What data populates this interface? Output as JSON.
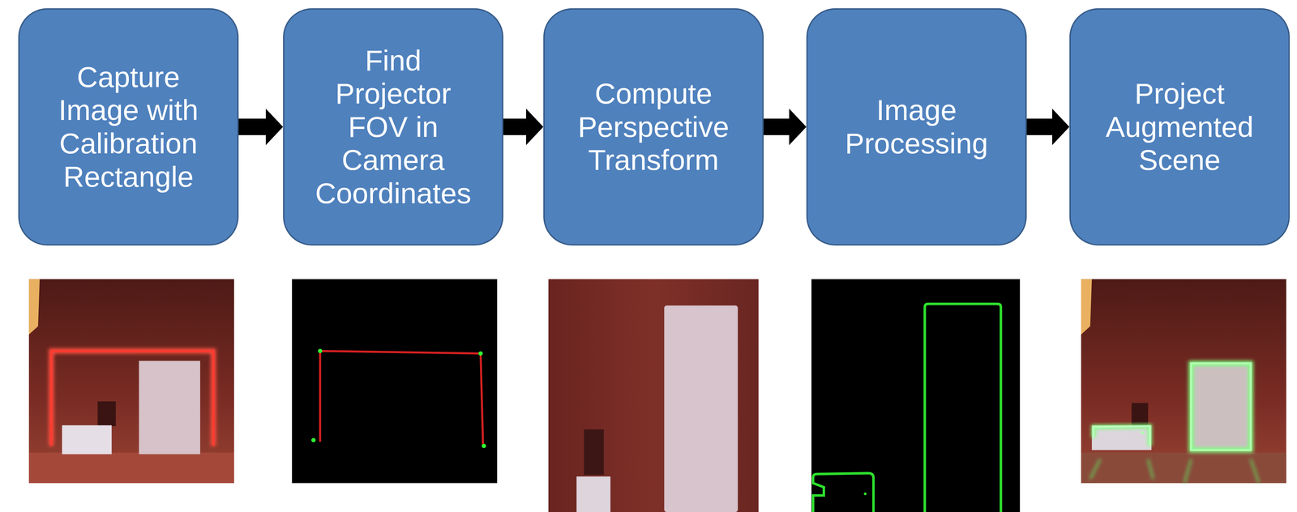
{
  "diagram": {
    "nodes": [
      {
        "text": [
          "Capture Image with Calibration Rectangle"
        ]
      },
      {
        "text": [
          "Find Projector FOV in Camera Coordinates"
        ]
      },
      {
        "text": [
          "Compute Perspective Transform"
        ]
      },
      {
        "text": [
          "Image Processing"
        ]
      },
      {
        "text": [
          "Project Augmented Scene"
        ]
      }
    ],
    "edges": [
      {
        "from": 0,
        "to": 1,
        "arrow": "to"
      },
      {
        "from": 1,
        "to": 2,
        "arrow": "to"
      },
      {
        "from": 2,
        "to": 3,
        "arrow": "to"
      },
      {
        "from": 3,
        "to": 4,
        "arrow": "to"
      }
    ]
  }
}
